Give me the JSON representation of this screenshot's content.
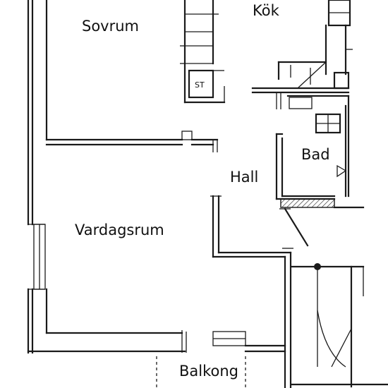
{
  "rooms": {
    "sovrum": "Sovrum",
    "kok": "Kök",
    "bad": "Bad",
    "hall": "Hall",
    "vardagsrum": "Vardagsrum",
    "balkong": "Balkong"
  },
  "fixtures": {
    "storage_label": "ST"
  },
  "colors": {
    "line": "#1a1a1a",
    "background": "#ffffff"
  }
}
